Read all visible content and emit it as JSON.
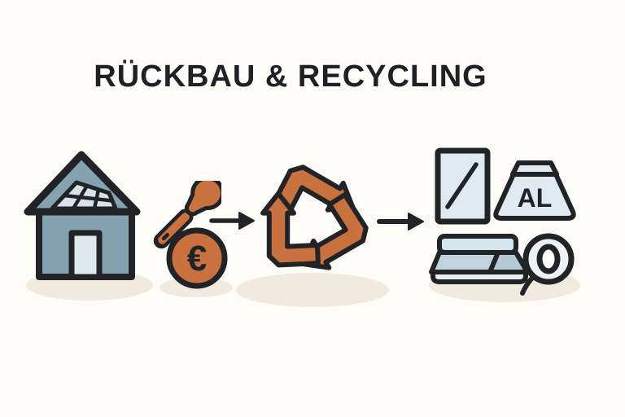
{
  "title": "RÜCKBAU & RECYCLING",
  "labels": {
    "aluminum_ingot": "AL",
    "euro_symbol": "€",
    "flow_arrow_glyph": "→"
  },
  "flow": {
    "steps": [
      {
        "id": "building",
        "icon": "house-with-solar-panels-icon"
      },
      {
        "id": "dismantling-cost",
        "icon": "wrench-and-euro-coin-icon"
      },
      {
        "id": "recycling",
        "icon": "recycling-arrows-icon"
      },
      {
        "id": "recovered-materials",
        "icon": "materials-group-icon"
      }
    ]
  },
  "icons": [
    "house-with-solar-panels-icon",
    "wrench-icon",
    "euro-coin-icon",
    "flow-arrow-icon",
    "recycling-arrows-icon",
    "glass-pane-icon",
    "aluminum-ingot-icon",
    "panel-stack-icon",
    "cable-coil-icon"
  ],
  "colors": {
    "background": "#fdfcf8",
    "outline": "#212326",
    "accent_orange": "#c9713f",
    "house_blue": "#85a2b1",
    "surface_light_blue": "#dfe9ef",
    "panel_mid_blue": "#c2d3e0",
    "shadow_beige": "#f1ebdf",
    "title_text": "#1f2124"
  }
}
